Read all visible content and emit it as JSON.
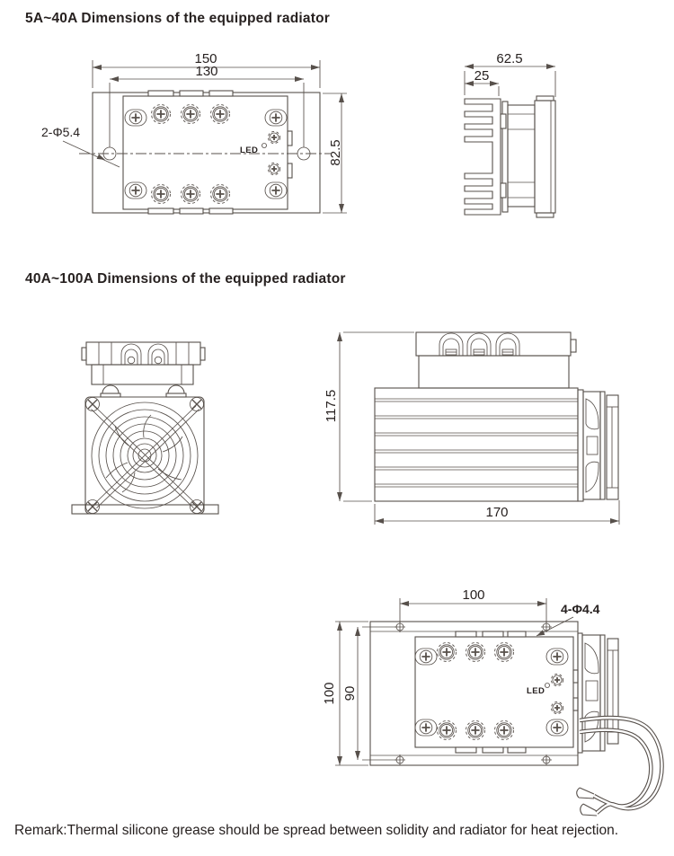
{
  "colors": {
    "line": "#57504b",
    "text": "#272120",
    "background": "#ffffff"
  },
  "section1": {
    "title": "5A~40A Dimensions of the equipped radiator",
    "front": {
      "dim_overall_width": "150",
      "dim_hole_span": "130",
      "dim_height": "82.5",
      "holes_label": "2-Φ5.4",
      "led_label": "LED"
    },
    "side": {
      "dim_depth": "62.5",
      "dim_fin_depth": "25"
    }
  },
  "section2": {
    "title": "40A~100A Dimensions of the equipped radiator",
    "side": {
      "dim_height": "117.5",
      "dim_length": "170"
    },
    "top": {
      "dim_hole_span_x": "100",
      "dim_overall_height": "100",
      "dim_hole_span_y": "90",
      "holes_label": "4-Φ4.4",
      "led_label": "LED"
    }
  },
  "remark": {
    "text": "Remark:Thermal silicone grease should be spread between solidity and radiator for heat rejection."
  }
}
